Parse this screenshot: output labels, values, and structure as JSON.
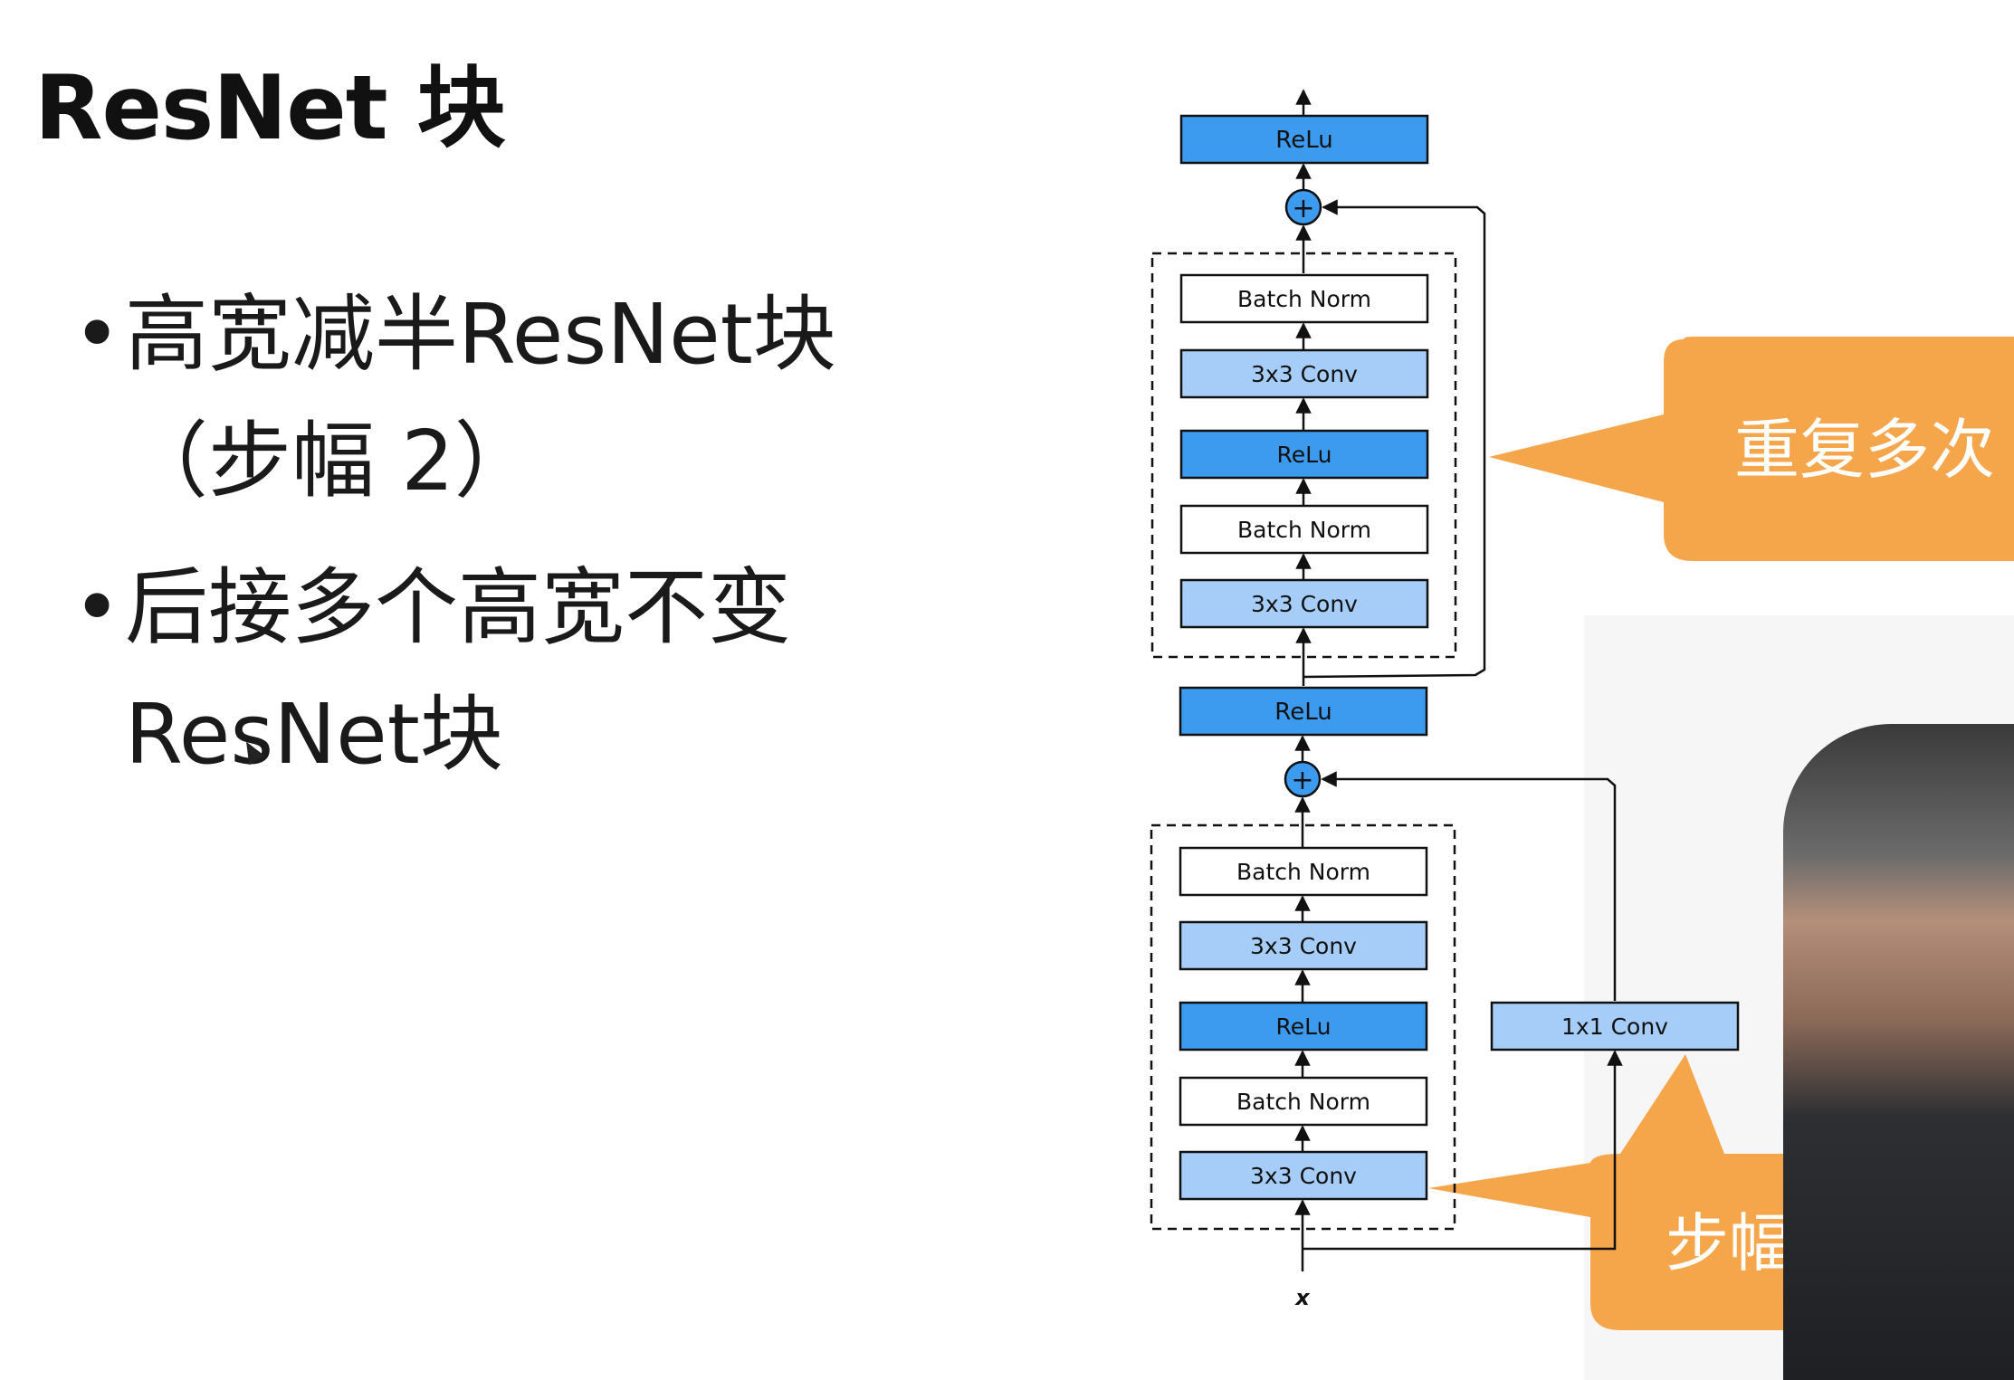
{
  "slide": {
    "title": "ResNet 块",
    "bullets": [
      {
        "dot": "•",
        "text": "高宽减半ResNet块（步幅 2）"
      },
      {
        "dot": "•",
        "text": "后接多个高宽不变ResNet块"
      }
    ]
  },
  "diagram": {
    "top_block": {
      "output_relu": "ReLu",
      "layers": [
        "Batch Norm",
        "3x3 Conv",
        "ReLu",
        "Batch Norm",
        "3x3 Conv"
      ],
      "callout": "重复多次"
    },
    "bottom_block": {
      "middle_relu": "ReLu",
      "layers": [
        "Batch Norm",
        "3x3 Conv",
        "ReLu",
        "Batch Norm",
        "3x3 Conv"
      ],
      "shortcut": "1x1 Conv",
      "callout": "步幅"
    },
    "add_symbol": "+",
    "input_label": "x"
  },
  "colors": {
    "relu_fill": "#3d9bef",
    "conv_fill": "#a6cdf7",
    "norm_fill": "#ffffff",
    "callout_fill": "#f5a64a",
    "callout_text": "#ffffff"
  }
}
